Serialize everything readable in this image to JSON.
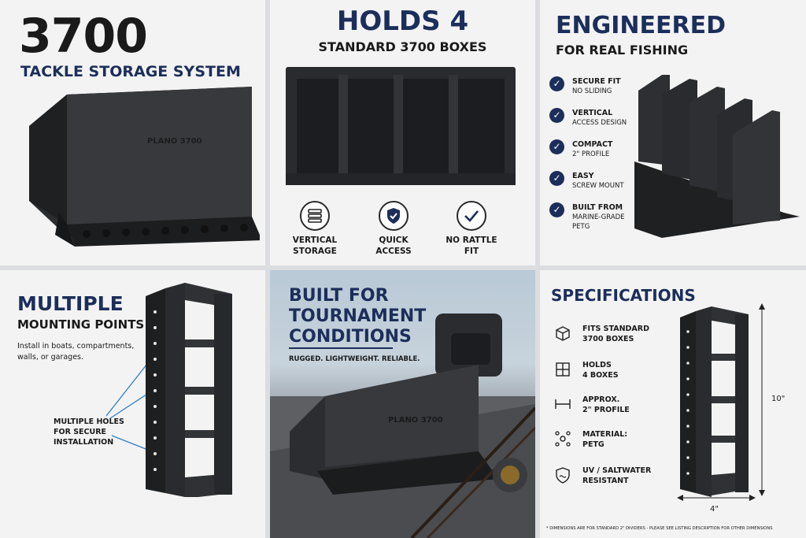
{
  "panel1": {
    "title": "3700",
    "subtitle": "TACKLE STORAGE SYSTEM",
    "brand": "PLANO 3700"
  },
  "panel2": {
    "title": "HOLDS 4",
    "subtitle": "STANDARD 3700 BOXES",
    "features": [
      {
        "icon": "stack-icon",
        "line1": "VERTICAL",
        "line2": "STORAGE"
      },
      {
        "icon": "shield-icon",
        "line1": "QUICK",
        "line2": "ACCESS"
      },
      {
        "icon": "check-icon",
        "line1": "NO RATTLE",
        "line2": "FIT"
      }
    ]
  },
  "panel3": {
    "title": "ENGINEERED",
    "subtitle": "FOR REAL FISHING",
    "items": [
      {
        "main": "SECURE FIT",
        "sub": "NO SLIDING"
      },
      {
        "main": "VERTICAL",
        "sub": "ACCESS DESIGN"
      },
      {
        "main": "COMPACT",
        "sub": "2\" PROFILE"
      },
      {
        "main": "EASY",
        "sub": "SCREW MOUNT"
      },
      {
        "main": "BUILT FROM",
        "sub2": "MARINE-GRADE",
        "sub3": "PETG"
      }
    ]
  },
  "panel4": {
    "title": "MULTIPLE",
    "subtitle": "MOUNTING POINTS",
    "desc1": "Install in boats, compartments,",
    "desc2": "walls, or garages.",
    "callout1": "MULTIPLE HOLES",
    "callout2": "FOR SECURE",
    "callout3": "INSTALLATION"
  },
  "panel5": {
    "title1": "BUILT FOR",
    "title2": "TOURNAMENT",
    "title3": "CONDITIONS",
    "tagline": "RUGGED. LIGHTWEIGHT. RELIABLE.",
    "brand": "PLANO 3700"
  },
  "panel6": {
    "title": "SPECIFICATIONS",
    "specs": [
      {
        "icon": "box-icon",
        "l1": "FITS STANDARD",
        "l2": "3700 BOXES"
      },
      {
        "icon": "grid-icon",
        "l1": "HOLDS",
        "l2": "4 BOXES"
      },
      {
        "icon": "width-icon",
        "l1": "APPROX.",
        "l2": "2\" PROFILE"
      },
      {
        "icon": "material-icon",
        "l1": "MATERIAL:",
        "l2": "PETG"
      },
      {
        "icon": "uv-shield-icon",
        "l1": "UV / SALTWATER",
        "l2": "RESISTANT"
      }
    ],
    "height_label": "10\"",
    "width_label": "4\"",
    "footnote": "DIMENSIONS ARE FOR STANDARD 2\" DIVIDERS - PLEASE SEE LISTING DESCRIPTION FOR OTHER DIMENSIONS"
  },
  "colors": {
    "navy": "#1c2e5a",
    "product": "#2a2b2e",
    "background": "#f3f3f4"
  }
}
